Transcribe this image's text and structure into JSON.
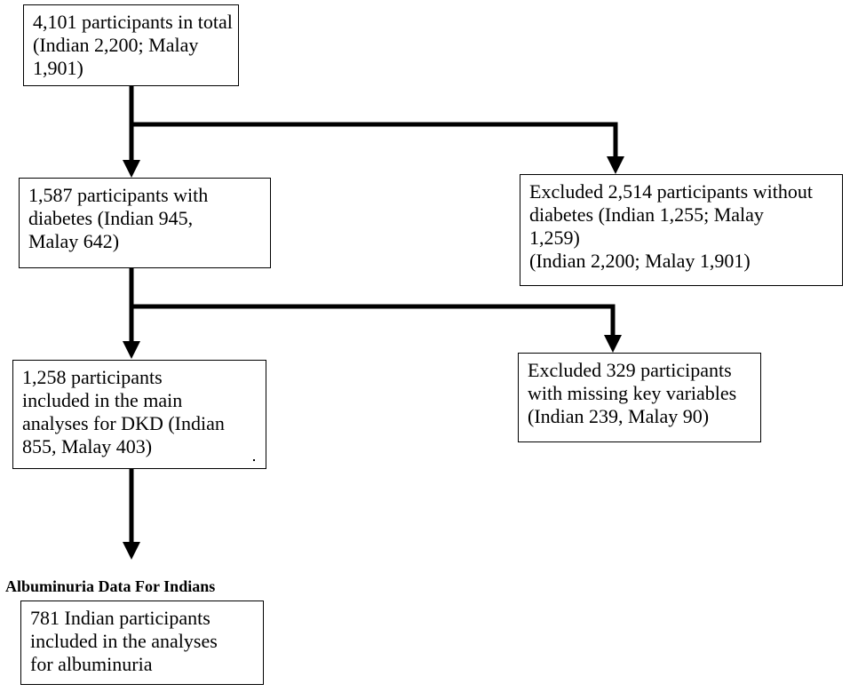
{
  "boxes": {
    "total": {
      "lines": [
        "4,101 participants in total",
        "(Indian 2,200; Malay",
        "1,901)"
      ]
    },
    "diabetes": {
      "lines": [
        "1,587 participants with",
        "diabetes (Indian 945,",
        "Malay 642)"
      ]
    },
    "excluded_no_diabetes": {
      "lines": [
        "Excluded 2,514 participants without",
        "diabetes (Indian 1,255; Malay",
        "1,259)",
        "(Indian 2,200; Malay 1,901)"
      ]
    },
    "main_analyses": {
      "lines": [
        "1,258 participants",
        "included in the main",
        "analyses for DKD (Indian",
        "855, Malay 403)"
      ]
    },
    "excluded_missing": {
      "lines": [
        "Excluded 329 participants",
        "with missing key variables",
        "(Indian 239, Malay 90)"
      ]
    },
    "albuminuria": {
      "lines": [
        "781 Indian participants",
        "included in the analyses",
        "for albuminuria"
      ]
    }
  },
  "section_heading": "Albuminuria Data For Indians"
}
